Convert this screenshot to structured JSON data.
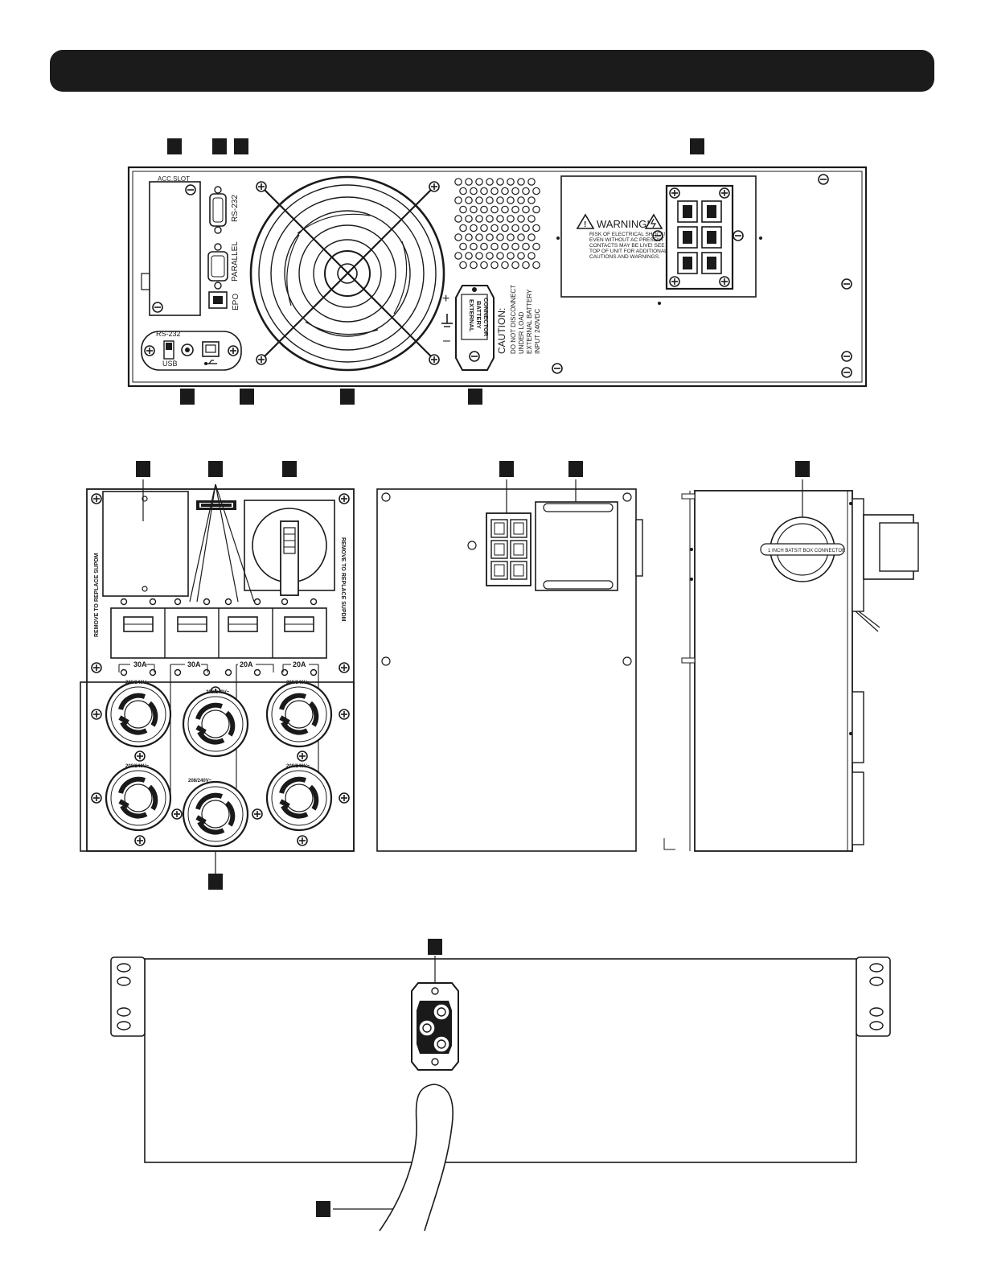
{
  "rear_panel": {
    "acc_slot": "ACC.SLOT",
    "rs232_port": "RS-232",
    "parallel_port": "PARALLEL",
    "epo_port": "EPO",
    "comm_switch_top": "RS-232",
    "comm_switch_bottom": "USB",
    "warning_title": "WARNING!",
    "warning_lines": [
      "RISK OF ELECTRICAL SHOCK!",
      "EVEN WITHOUT AC PRESENT",
      "CONTACTS MAY BE LIVE! SEE",
      "TOP OF UNIT FOR ADDITIONAL",
      "CAUTIONS AND WARNINGS."
    ],
    "battery_connector_lines": [
      "EXTERNAL",
      "BATTERY",
      "CONNECTOR"
    ],
    "caution_title": "CAUTION:",
    "caution_lines": [
      "DO NOT DISCONNECT",
      "UNDER LOAD",
      "EXTERNAL BATTERY",
      "INPUT 240VDC"
    ],
    "plus_sign": "+",
    "minus_sign": "–"
  },
  "pdu_panel": {
    "left_label": "REMOVE TO REPLACE SUPDM",
    "right_label": "REMOVE TO REPLACE SUPDM",
    "breaker_ratings": [
      "30A",
      "30A",
      "20A",
      "20A"
    ],
    "outlet_voltage": "208/240V~"
  },
  "side_view": {
    "connector_label": "1 INCH BATSIT BOX CONNECTOR"
  }
}
